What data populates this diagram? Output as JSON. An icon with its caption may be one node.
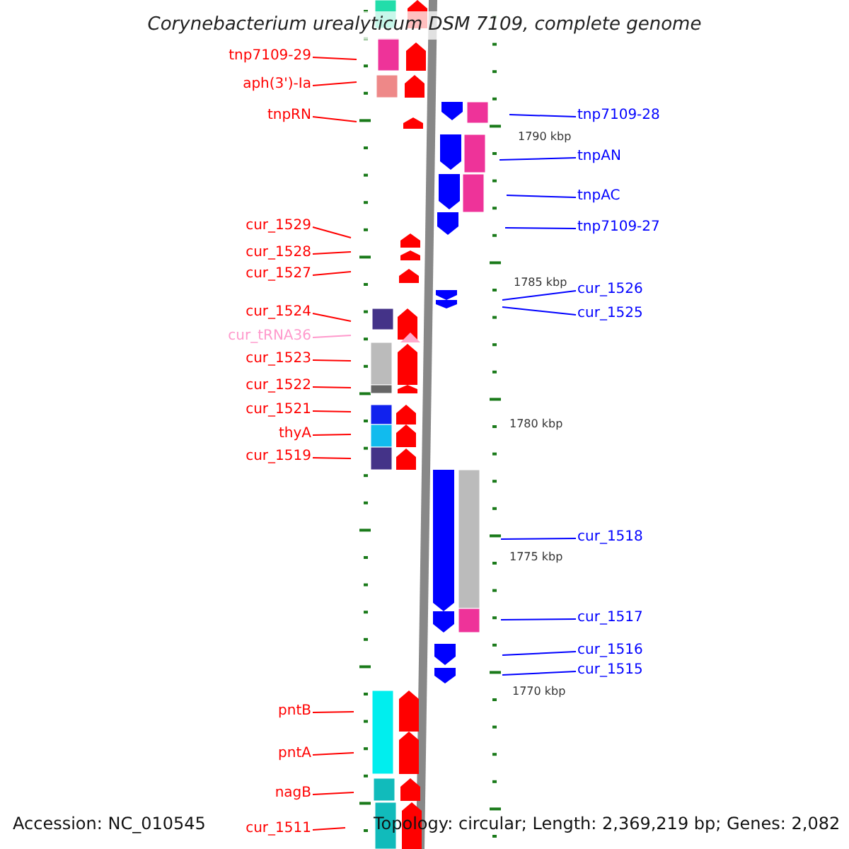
{
  "diagram": {
    "title": "Corynebacterium urealyticum DSM 7109, complete genome",
    "nodes": [
      {
        "text": [
          "tnp7109-29"
        ]
      },
      {
        "text": [
          "aph(3')-Ia"
        ]
      },
      {
        "text": [
          "tnpRN"
        ]
      },
      {
        "text": [
          "cur_1529"
        ]
      },
      {
        "text": [
          "cur_1528"
        ]
      },
      {
        "text": [
          "cur_1527"
        ]
      },
      {
        "text": [
          "cur_1524"
        ]
      },
      {
        "text": [
          "cur_tRNA36"
        ]
      },
      {
        "text": [
          "cur_1523"
        ]
      },
      {
        "text": [
          "cur_1522"
        ]
      },
      {
        "text": [
          "cur_1521"
        ]
      },
      {
        "text": [
          "thyA"
        ]
      },
      {
        "text": [
          "cur_1519"
        ]
      },
      {
        "text": [
          "pntB"
        ]
      },
      {
        "text": [
          "pntA"
        ]
      },
      {
        "text": [
          "nagB"
        ]
      },
      {
        "text": [
          "cur_1511"
        ]
      },
      {
        "text": [
          "tnp7109-28"
        ]
      },
      {
        "text": [
          "tnpAN"
        ]
      },
      {
        "text": [
          "tnpAC"
        ]
      },
      {
        "text": [
          "tnp7109-27"
        ]
      },
      {
        "text": [
          "cur_1526"
        ]
      },
      {
        "text": [
          "cur_1525"
        ]
      },
      {
        "text": [
          "cur_1518"
        ]
      },
      {
        "text": [
          "cur_1517"
        ]
      },
      {
        "text": [
          "cur_1516"
        ]
      },
      {
        "text": [
          "cur_1515"
        ]
      }
    ],
    "edges": [
      {
        "from": 0,
        "to": null,
        "arrow": "none"
      },
      {
        "from": 1,
        "to": null,
        "arrow": "none"
      },
      {
        "from": 2,
        "to": null,
        "arrow": "none"
      },
      {
        "from": 3,
        "to": null,
        "arrow": "none"
      },
      {
        "from": 4,
        "to": null,
        "arrow": "none"
      },
      {
        "from": 5,
        "to": null,
        "arrow": "none"
      },
      {
        "from": 6,
        "to": null,
        "arrow": "none"
      },
      {
        "from": 7,
        "to": null,
        "arrow": "none",
        "color": "#ff99cc"
      },
      {
        "from": 8,
        "to": null,
        "arrow": "none"
      },
      {
        "from": 9,
        "to": null,
        "arrow": "none"
      },
      {
        "from": 10,
        "to": null,
        "arrow": "none"
      },
      {
        "from": 11,
        "to": null,
        "arrow": "none"
      },
      {
        "from": 12,
        "to": null,
        "arrow": "none"
      },
      {
        "from": 13,
        "to": null,
        "arrow": "none"
      },
      {
        "from": 14,
        "to": null,
        "arrow": "none"
      },
      {
        "from": 15,
        "to": null,
        "arrow": "none"
      },
      {
        "from": 16,
        "to": null,
        "arrow": "none"
      },
      {
        "from": 17,
        "to": null,
        "arrow": "none",
        "color": "#0000ff"
      },
      {
        "from": 18,
        "to": null,
        "arrow": "none",
        "color": "#0000ff"
      },
      {
        "from": 19,
        "to": null,
        "arrow": "none",
        "color": "#0000ff"
      },
      {
        "from": 20,
        "to": null,
        "arrow": "none",
        "color": "#0000ff"
      },
      {
        "from": 21,
        "to": null,
        "arrow": "none",
        "color": "#0000ff"
      },
      {
        "from": 22,
        "to": null,
        "arrow": "none",
        "color": "#0000ff"
      },
      {
        "from": 23,
        "to": null,
        "arrow": "none",
        "color": "#0000ff"
      },
      {
        "from": 24,
        "to": null,
        "arrow": "none",
        "color": "#0000ff"
      },
      {
        "from": 25,
        "to": null,
        "arrow": "none",
        "color": "#0000ff"
      },
      {
        "from": 26,
        "to": null,
        "arrow": "none",
        "color": "#0000ff"
      }
    ],
    "labels": [
      "1790 kbp",
      "1785 kbp",
      "1780 kbp",
      "1775 kbp",
      "1770 kbp",
      "Accession: NC_010545",
      "Topology: circular; Length: 2,369,219 bp; Genes: 2,082"
    ]
  }
}
